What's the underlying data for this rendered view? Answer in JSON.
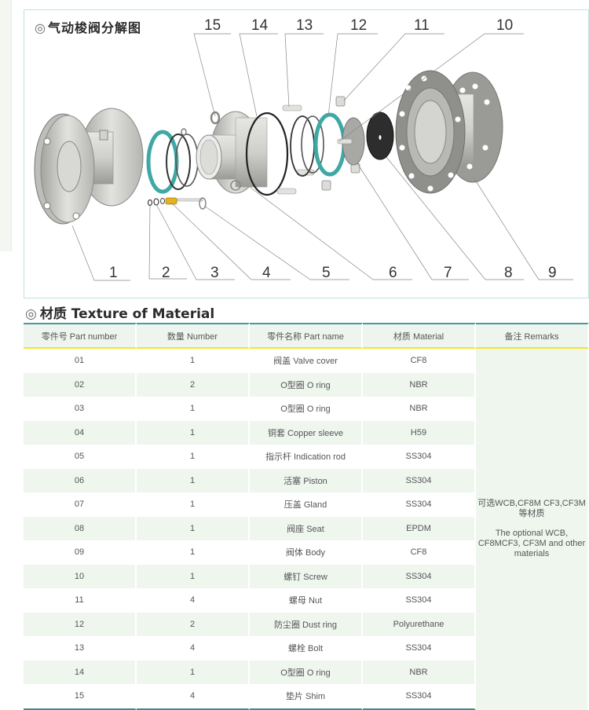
{
  "diagram": {
    "title": "气动梭阀分解图",
    "title_marker": "◎",
    "callouts_top": [
      "15",
      "14",
      "13",
      "12",
      "11",
      "10"
    ],
    "callouts_bottom": [
      "1",
      "2",
      "3",
      "4",
      "5",
      "6",
      "7",
      "8",
      "9"
    ],
    "colors": {
      "teal_ring": "#3ea8a4",
      "metal": "#c9c9c6",
      "metal_dark": "#8d8d8a",
      "brass": "#e3b321",
      "gasket": "#2a2a2a",
      "border": "#bfe0e0"
    }
  },
  "material": {
    "title_marker": "◎",
    "title": "材质 Texture of Material",
    "headers": [
      "零件号 Part number",
      "数量 Number",
      "零件名称 Part name",
      "材质 Material",
      "备注  Remarks"
    ],
    "rows": [
      {
        "part": "01",
        "qty": "1",
        "name": "阀盖  Valve cover",
        "material": "CF8"
      },
      {
        "part": "02",
        "qty": "2",
        "name": "O型圈 O ring",
        "material": "NBR"
      },
      {
        "part": "03",
        "qty": "1",
        "name": "O型圈 O ring",
        "material": "NBR"
      },
      {
        "part": "04",
        "qty": "1",
        "name": "铜套 Copper sleeve",
        "material": "H59"
      },
      {
        "part": "05",
        "qty": "1",
        "name": "指示杆 Indication rod",
        "material": "SS304"
      },
      {
        "part": "06",
        "qty": "1",
        "name": "活塞 Piston",
        "material": "SS304"
      },
      {
        "part": "07",
        "qty": "1",
        "name": "压盖 Gland",
        "material": "SS304"
      },
      {
        "part": "08",
        "qty": "1",
        "name": "阀座 Seat",
        "material": "EPDM"
      },
      {
        "part": "09",
        "qty": "1",
        "name": "阀体 Body",
        "material": "CF8"
      },
      {
        "part": "10",
        "qty": "1",
        "name": "螺钉 Screw",
        "material": "SS304"
      },
      {
        "part": "11",
        "qty": "4",
        "name": "螺母 Nut",
        "material": "SS304"
      },
      {
        "part": "12",
        "qty": "2",
        "name": "防尘圈  Dust ring",
        "material": "Polyurethane"
      },
      {
        "part": "13",
        "qty": "4",
        "name": "螺栓 Bolt",
        "material": "SS304"
      },
      {
        "part": "14",
        "qty": "1",
        "name": "O型圈 O ring",
        "material": "NBR"
      },
      {
        "part": "15",
        "qty": "4",
        "name": "垫片 Shim",
        "material": "SS304"
      }
    ],
    "remarks_cn": "可选WCB,CF8M CF3,CF3M等材质",
    "remarks_en": "The optional WCB, CF8MCF3, CF3M and other materials",
    "colors": {
      "header_top": "#4a9a9c",
      "header_bottom": "#f3e32a",
      "stripe": "#eef6ee"
    }
  }
}
